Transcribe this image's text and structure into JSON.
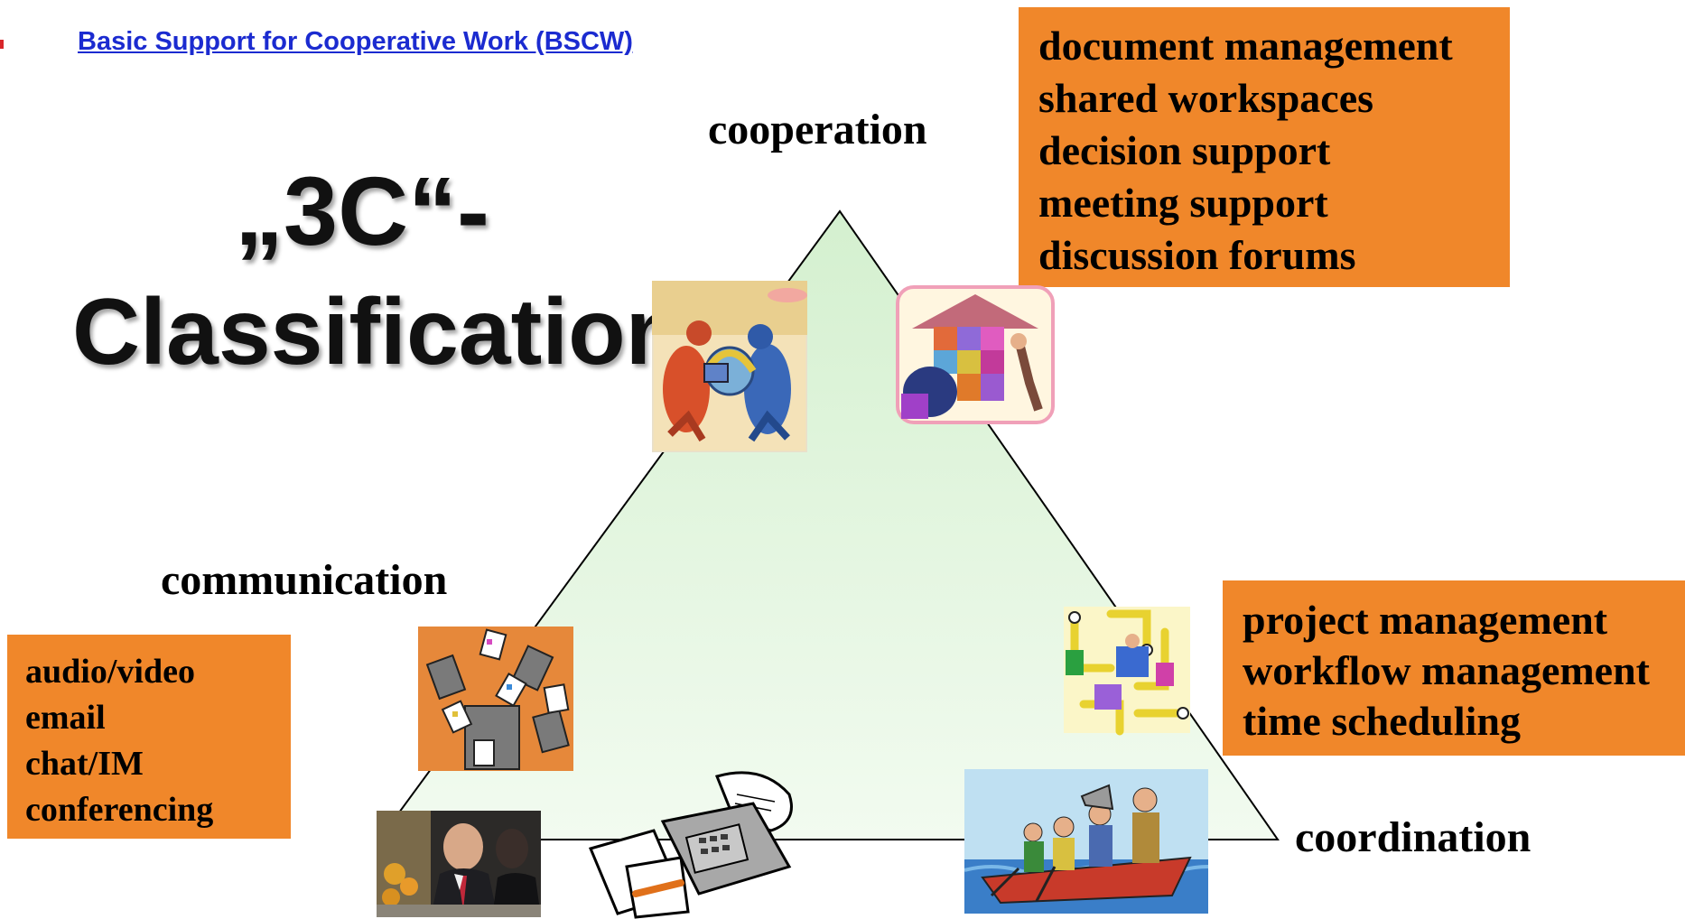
{
  "link": {
    "text": "Basic Support for Cooperative Work (BSCW)"
  },
  "heading": {
    "line1": "„3C“-",
    "line2": "Classification"
  },
  "corners": {
    "top": "cooperation",
    "left": "communication",
    "right": "coordination"
  },
  "boxes": {
    "cooperation": [
      "document management",
      "shared workspaces",
      "decision support",
      "meeting support",
      "discussion forums"
    ],
    "coordination": [
      "project management",
      "workflow management",
      "time scheduling"
    ],
    "communication": [
      "audio/video",
      "email",
      "chat/IM",
      "conferencing"
    ]
  },
  "colors": {
    "box_fill": "#f0872a",
    "triangle_fill": "#e4f7e0",
    "link": "#1b2bd0"
  },
  "icons": [
    "teamwork-figures-clipart",
    "puzzle-house-clipart",
    "office-paper-chaos-clipart",
    "circuit-maze-clipart",
    "business-phone-photo",
    "fax-machine-clipart",
    "rowing-boat-clipart"
  ]
}
